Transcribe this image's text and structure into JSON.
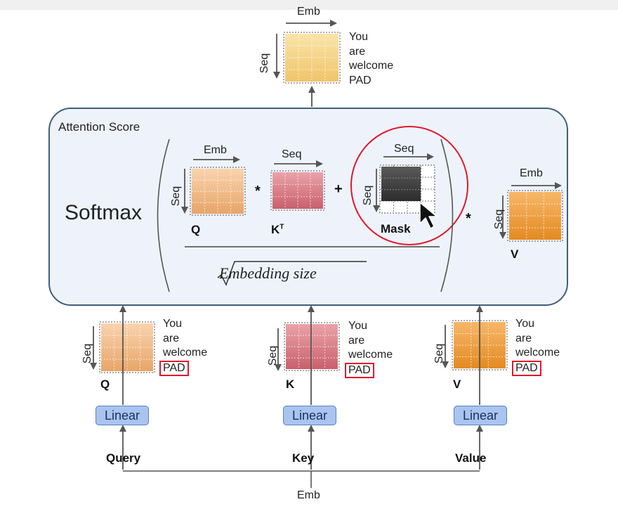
{
  "top_output": {
    "emb_label": "Emb",
    "seq_label": "Seq",
    "tokens": [
      "You",
      "are",
      "welcome",
      "PAD"
    ]
  },
  "attention_box": {
    "title": "Attention Score",
    "softmax_label": "Softmax",
    "q": {
      "emb_label": "Emb",
      "seq_label": "Seq",
      "name": "Q"
    },
    "multiply_1": "*",
    "kt": {
      "seq_label": "Seq",
      "name": "K",
      "superscript": "T"
    },
    "plus": "+",
    "mask": {
      "seq_label_top": "Seq",
      "seq_label_side": "Seq",
      "name": "Mask"
    },
    "denominator": "Embedding size",
    "multiply_2": "*",
    "v": {
      "emb_label": "Emb",
      "seq_label": "Seq",
      "name": "V"
    }
  },
  "inputs": [
    {
      "id": "q",
      "seq_label": "Seq",
      "matrix_name": "Q",
      "tokens": [
        "You",
        "are",
        "welcome",
        "PAD"
      ],
      "linear_label": "Linear",
      "source_label": "Query"
    },
    {
      "id": "k",
      "seq_label": "Seq",
      "matrix_name": "K",
      "tokens": [
        "You",
        "are",
        "welcome",
        "PAD"
      ],
      "linear_label": "Linear",
      "source_label": "Key"
    },
    {
      "id": "v",
      "seq_label": "Seq",
      "matrix_name": "V",
      "tokens": [
        "You",
        "are",
        "welcome",
        "PAD"
      ],
      "linear_label": "Linear",
      "source_label": "Value"
    }
  ],
  "bottom_label": "Emb",
  "colors": {
    "q_matrix": "#f2b77e",
    "k_matrix": "#d9727c",
    "v_matrix": "#f19a34",
    "output_matrix": "#f6d48a",
    "mask_dark": "#444444",
    "highlight_red": "#e0182b",
    "attention_bg": "#eef3fb",
    "linear_fill": "#a9c4ee"
  },
  "icons": [
    "mouse-cursor-icon"
  ]
}
